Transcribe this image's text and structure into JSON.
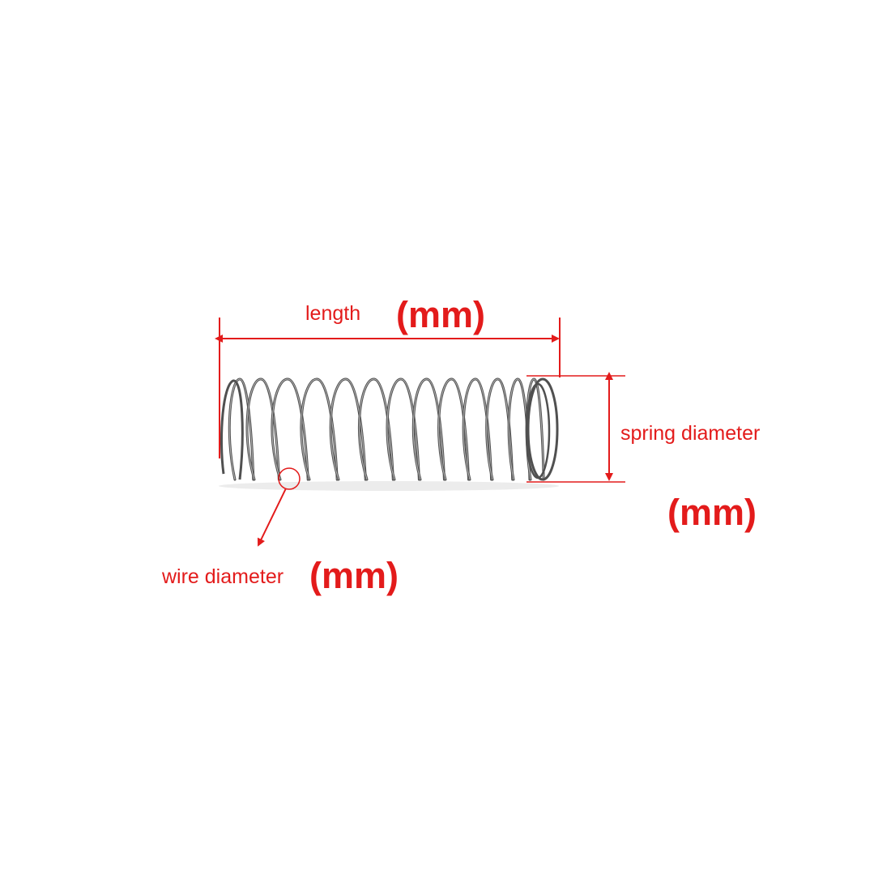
{
  "labels": {
    "length": "length",
    "length_unit": "(mm)",
    "spring_diameter": "spring diameter",
    "spring_diameter_unit": "(mm)",
    "wire_diameter": "wire diameter",
    "wire_diameter_unit": "(mm)"
  },
  "colors": {
    "annotation": "#e31b1b",
    "wire": "#505050",
    "background": "#ffffff"
  }
}
